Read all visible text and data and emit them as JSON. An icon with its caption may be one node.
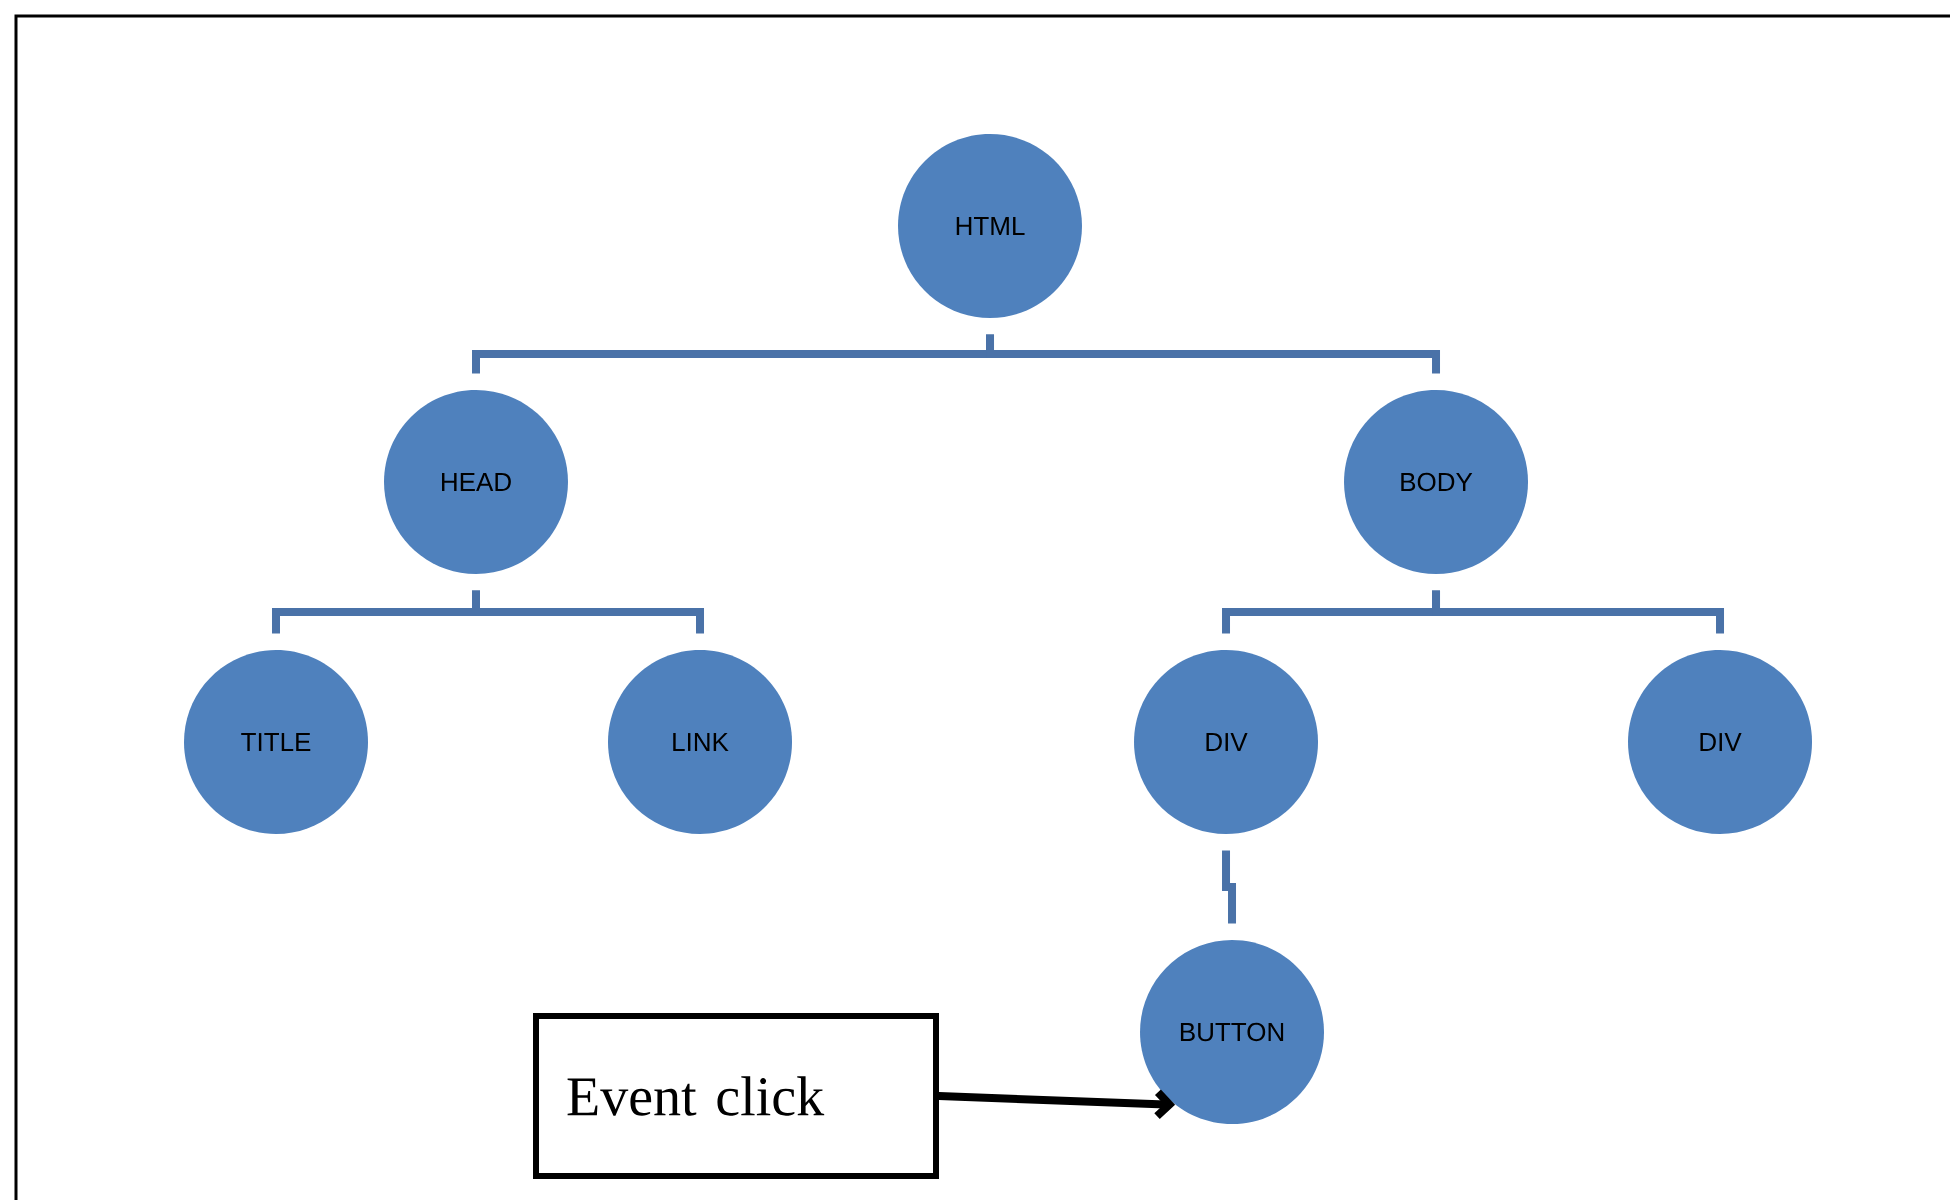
{
  "diagram": {
    "nodes": [
      {
        "text": [
          "HTML"
        ]
      },
      {
        "text": [
          "HEAD"
        ]
      },
      {
        "text": [
          "BODY"
        ]
      },
      {
        "text": [
          "TITLE"
        ]
      },
      {
        "text": [
          "LINK"
        ]
      },
      {
        "text": [
          "DIV"
        ]
      },
      {
        "text": [
          "DIV"
        ]
      },
      {
        "text": [
          "BUTTON"
        ]
      },
      {
        "text": [
          "Event click"
        ]
      }
    ],
    "edges": [
      {
        "from": 0,
        "to": 1,
        "arrow": "none"
      },
      {
        "from": 0,
        "to": 2,
        "arrow": "none"
      },
      {
        "from": 1,
        "to": 3,
        "arrow": "none"
      },
      {
        "from": 1,
        "to": 4,
        "arrow": "none"
      },
      {
        "from": 2,
        "to": 5,
        "arrow": "none"
      },
      {
        "from": 2,
        "to": 6,
        "arrow": "none"
      },
      {
        "from": 5,
        "to": 7,
        "arrow": "none"
      },
      {
        "from": 8,
        "to": 7,
        "arrow": "to",
        "color": "#000000"
      }
    ]
  }
}
